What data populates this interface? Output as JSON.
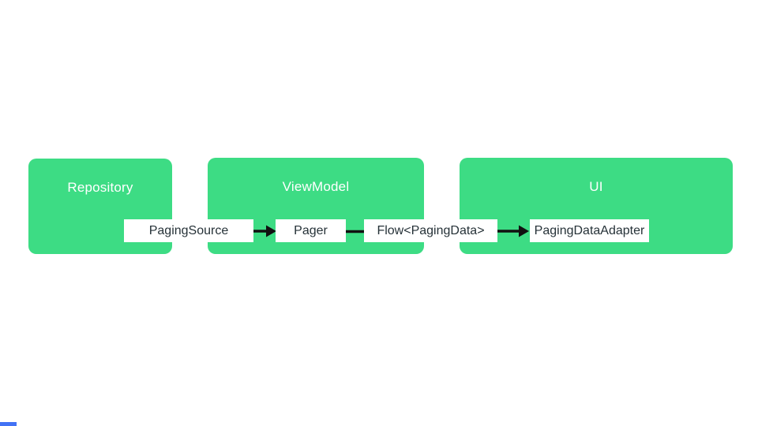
{
  "diagram": {
    "colors": {
      "background": "#ffffff",
      "container_fill": "#3ddc84",
      "container_title_text": "#ffffff",
      "node_fill": "#ffffff",
      "node_text": "#263238",
      "connector": "#111111",
      "corner_sliver_blue": "#4272f5"
    },
    "containers": [
      {
        "id": "repository",
        "label": "Repository"
      },
      {
        "id": "viewmodel",
        "label": "ViewModel"
      },
      {
        "id": "ui",
        "label": "UI"
      }
    ],
    "nodes": [
      {
        "id": "paging-source",
        "label": "PagingSource"
      },
      {
        "id": "pager",
        "label": "Pager"
      },
      {
        "id": "flow-paging-data",
        "label": "Flow<PagingData>"
      },
      {
        "id": "paging-data-adapter",
        "label": "PagingDataAdapter"
      }
    ],
    "connections": [
      {
        "from": "PagingSource",
        "to": "Pager",
        "style": "arrow"
      },
      {
        "from": "Pager",
        "to": "Flow<PagingData>",
        "style": "line"
      },
      {
        "from": "Flow<PagingData>",
        "to": "PagingDataAdapter",
        "style": "arrow"
      }
    ]
  }
}
